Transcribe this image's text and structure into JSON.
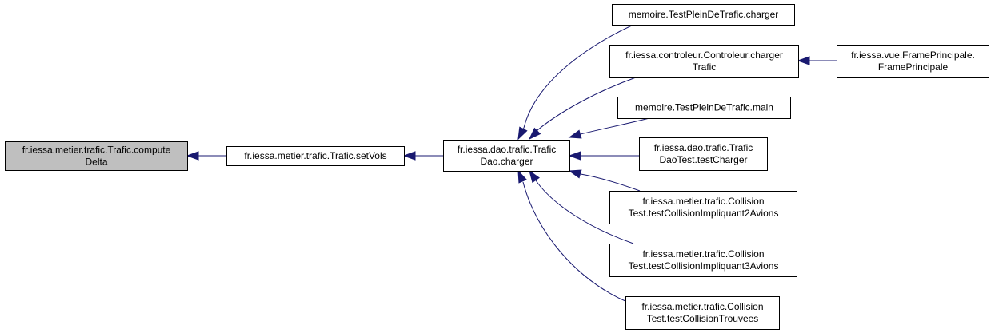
{
  "diagram": {
    "nodes": {
      "compute_delta": {
        "lines": [
          "fr.iessa.metier.trafic.Trafic.compute",
          "Delta"
        ],
        "focus": true
      },
      "set_vols": {
        "lines": [
          "fr.iessa.metier.trafic.Trafic.setVols"
        ]
      },
      "dao_charger": {
        "lines": [
          "fr.iessa.dao.trafic.Trafic",
          "Dao.charger"
        ]
      },
      "plein_charger": {
        "lines": [
          "memoire.TestPleinDeTrafic.charger"
        ]
      },
      "controleur_charger": {
        "lines": [
          "fr.iessa.controleur.Controleur.charger",
          "Trafic"
        ]
      },
      "frame_principale": {
        "lines": [
          "fr.iessa.vue.FramePrincipale.",
          "FramePrincipale"
        ]
      },
      "plein_main": {
        "lines": [
          "memoire.TestPleinDeTrafic.main"
        ]
      },
      "dao_test": {
        "lines": [
          "fr.iessa.dao.trafic.Trafic",
          "DaoTest.testCharger"
        ]
      },
      "collision_2": {
        "lines": [
          "fr.iessa.metier.trafic.Collision",
          "Test.testCollisionImpliquant2Avions"
        ]
      },
      "collision_3": {
        "lines": [
          "fr.iessa.metier.trafic.Collision",
          "Test.testCollisionImpliquant3Avions"
        ]
      },
      "collision_trouvees": {
        "lines": [
          "fr.iessa.metier.trafic.Collision",
          "Test.testCollisionTrouvees"
        ]
      }
    },
    "edges": [
      {
        "from": "set_vols",
        "to": "compute_delta"
      },
      {
        "from": "dao_charger",
        "to": "set_vols"
      },
      {
        "from": "plein_charger",
        "to": "dao_charger"
      },
      {
        "from": "controleur_charger",
        "to": "dao_charger"
      },
      {
        "from": "frame_principale",
        "to": "controleur_charger"
      },
      {
        "from": "plein_main",
        "to": "dao_charger"
      },
      {
        "from": "dao_test",
        "to": "dao_charger"
      },
      {
        "from": "collision_2",
        "to": "dao_charger"
      },
      {
        "from": "collision_3",
        "to": "dao_charger"
      },
      {
        "from": "collision_trouvees",
        "to": "dao_charger"
      }
    ],
    "colors": {
      "edge": "#191970",
      "focus_fill": "#bfbfbf",
      "node_fill": "#ffffff",
      "border": "#000000"
    }
  }
}
